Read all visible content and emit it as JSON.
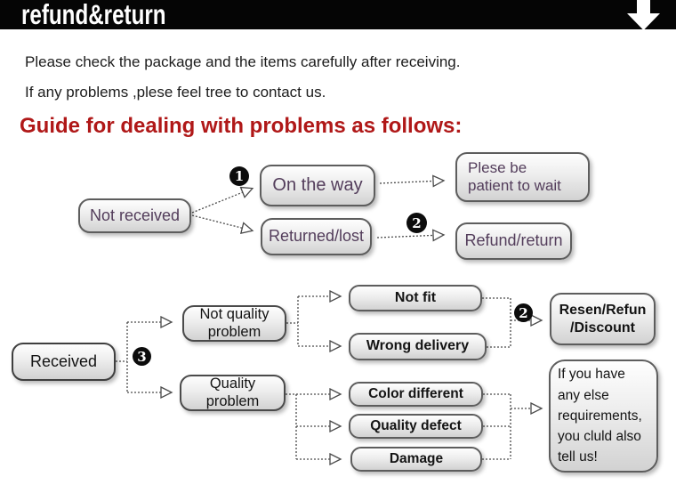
{
  "banner": {
    "title": "refund&return",
    "icon": "down-arrow-icon"
  },
  "intro": {
    "line1": "Please check the package and the items carefully after receiving.",
    "line2": "If any problems ,plese feel tree to contact us."
  },
  "heading": "Guide for dealing with problems as follows:",
  "colors": {
    "banner_bg": "#050505",
    "heading_red": "#b01818",
    "flow1_text_purple": "#533d5b",
    "flow2_text_black": "#141414",
    "box_border": "#5d5d5d",
    "box_fill_top": "#fefefe",
    "box_fill_bottom": "#d2d2d2"
  },
  "flow1": {
    "badges": {
      "one": "1",
      "two": "2"
    },
    "nodes": {
      "not_received": "Not received",
      "on_the_way": "On the way",
      "returned_lost": "Returned/lost",
      "patient": "Plese be\npatient to wait",
      "refund_return": "Refund/return"
    }
  },
  "flow2": {
    "badges": {
      "three": "3",
      "two": "2"
    },
    "nodes": {
      "received": "Received",
      "not_quality": "Not quality\nproblem",
      "quality": "Quality\nproblem",
      "not_fit": "Not fit",
      "wrong_delivery": "Wrong delivery",
      "color_different": "Color different",
      "quality_defect": "Quality defect",
      "damage": "Damage",
      "resen": "Resen/Refun\n/Discount",
      "more_requirements": "If you have\nany else\nrequirements,\nyou cluld also\ntell us!"
    }
  }
}
